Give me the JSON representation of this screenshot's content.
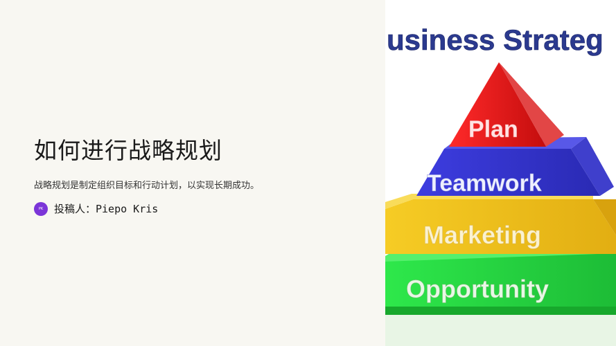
{
  "slide": {
    "title": "如何进行战略规划",
    "subtitle": "战略规划是制定组织目标和行动计划，以实现长期成功。",
    "author": {
      "avatar_text": "PK",
      "label": "投稿人：Piepo Kris"
    }
  },
  "image": {
    "heading": "usiness Strateg",
    "levels": [
      {
        "label": "Plan",
        "color": "#e31919"
      },
      {
        "label": "Teamwork",
        "color": "#3737cf"
      },
      {
        "label": "Marketing",
        "color": "#f0c21b"
      },
      {
        "label": "Opportunity",
        "color": "#22d13f"
      }
    ]
  }
}
